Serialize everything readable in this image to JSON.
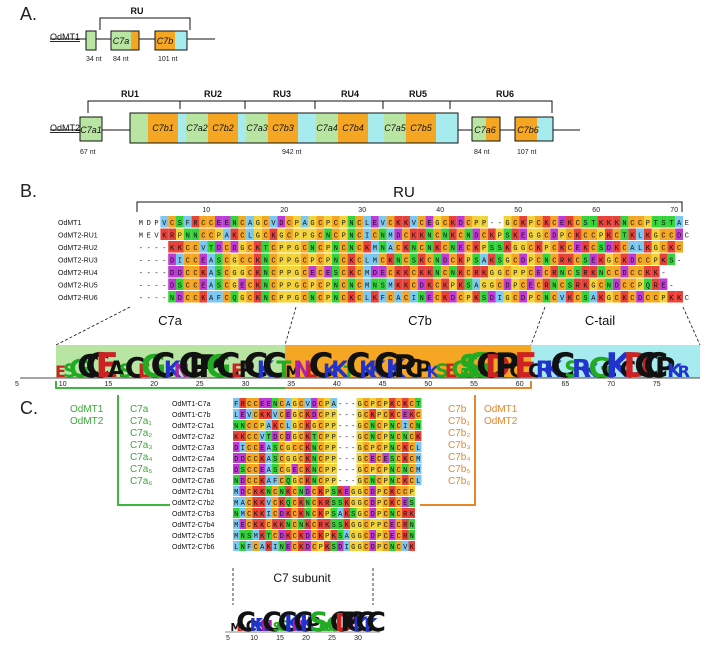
{
  "colors": {
    "green_box": "#b8e6a2",
    "cyan_box": "#a6ecef",
    "orange_box": "#f5a623",
    "green_bracket": "#3db83d",
    "orange_bracket": "#e8862a"
  },
  "panel_a": {
    "label": "A.",
    "gene1": {
      "name": "OdMT1",
      "ru_label": "RU",
      "exon_labels": [
        "C7a",
        "C7b"
      ],
      "nt_labels": [
        "34 nt",
        "84 nt",
        "101 nt"
      ]
    },
    "gene2": {
      "name": "OdMT2",
      "ru_labels": [
        "RU1",
        "RU2",
        "RU3",
        "RU4",
        "RU5",
        "RU6"
      ],
      "exon_labels": [
        "C7a1",
        "C7b1",
        "C7a2",
        "C7b2",
        "C7a3",
        "C7b3",
        "C7a4",
        "C7b4",
        "C7a5",
        "C7b5",
        "C7a6",
        "C7b6"
      ],
      "nt_labels": [
        "67 nt",
        "942 nt",
        "84 nt",
        "107 nt"
      ]
    }
  },
  "panel_b": {
    "label": "B.",
    "ru_label": "RU",
    "ruler_ticks": [
      "10",
      "20",
      "30",
      "40",
      "50",
      "60",
      "70"
    ],
    "seq_names": [
      "OdMT1",
      "OdMT2-RU1",
      "OdMT2-RU2",
      "OdMT2-RU3",
      "OdMT2-RU4",
      "OdMT2-RU5",
      "OdMT2-RU6"
    ],
    "sequences": [
      "MDPVCSFRCCEENCAGCVDCPAGCPCPNCLEVCKKVCEGCKDCPP--GCKPCKCEKCSTKKKNCCPTSTAE",
      "MEVKRPNNCCPAKCLGCKGCPPGCNCPNCICNMDCKKNCNKCNDCKPSKEGGCDPCKCCPKCTKLKGCCDC",
      "----KKCCVTDCDGCKTCPPGCNCPNCNCKMNACKNCNKCNECKPSSKGGCKPCKCEKCSDKCALKGCKC",
      "----DICCEASCGCCKNCPPGCPCPNCKCLMCKNCSKCNDCKPSAKSGCDPCNCRKCSEKGCKDCCPKS-",
      "----DDCCKASCGGCKNCPPGCECESCKCMDECKKCKKNCNKCRKGGCPPCECRNCSRKNCCDCCKK-",
      "----DSCCEASCGECKNCPPGCPCPNCNCMNSMKKCDKCKPKSAGGCDPCECRNCSRKGCNDCCPQRE-",
      "----NDCCKAFCQGCKNCPPGCNCPNCKCLKFCACINECKDCPKSDIGCDPCNCVKCSAKGCKCDCCPKKC"
    ],
    "region_labels": [
      "C7a",
      "C7b",
      "C-tail"
    ],
    "logo_axis_ticks": [
      "5",
      "10",
      "15",
      "20",
      "25",
      "30",
      "35",
      "40",
      "45",
      "50",
      "55",
      "60",
      "65",
      "70",
      "75"
    ]
  },
  "panel_c": {
    "label": "C.",
    "left_gene_labels": [
      "OdMT1",
      "OdMT2"
    ],
    "left_exon_labels": [
      "C7a",
      "C7a₁",
      "C7a₂",
      "C7a₃",
      "C7a₄",
      "C7a₅",
      "C7a₆"
    ],
    "right_exon_labels": [
      "C7b",
      "C7b₁",
      "C7b₂",
      "C7b₃",
      "C7b₄",
      "C7b₅",
      "C7b₆"
    ],
    "right_gene_labels": [
      "OdMT1",
      "OdMT2"
    ],
    "seq_names": [
      "OdMT1-C7a",
      "OdMT1-C7b",
      "OdMT2-C7a1",
      "OdMT2-C7a2",
      "OdMT2-C7a3",
      "OdMT2-C7a4",
      "OdMT2-C7a5",
      "OdMT2-C7a6",
      "OdMT2-C7b1",
      "OdMT2-C7b2",
      "OdMT2-C7b3",
      "OdMT2-C7b4",
      "OdMT2-C7b5",
      "OdMT2-C7b6"
    ],
    "sequences": [
      "FRCCEENCAGCVDCPA---GCPCPKCKCT",
      "LEVCKKVCEGCKDCPP---GCKPCKCEKC",
      "NNCCPAKCLGCKGCPP---GCNCPNCICN",
      "KKCCVTDCDGCKTCPP---GCNCPNCNCK",
      "DICCEASCGCCKNCPP---GCPCPNCKCL",
      "DDCCKASCGGCKNCPP---GCECESCKCM",
      "DSCCEASCGECKNCPP---GCPCPNCNCM",
      "NDCCKAFCQGCKNCPP---GCNCPNCKCL",
      "MDCKKNCNKCNDCKPSKEGGCDPCKCCP",
      "MACKKVCKQCKNCKRSSKGGCDPCKCES",
      "NMCKKICDKCKNCKPSAKSGCDPCNCRK",
      "MECKKCKKNCNKCRKSSKGGCPPCECRN",
      "MNSMKTCDKCKDCKPKSAGGCDPCECRN",
      "LNFCAKINECKDCPKSDIGGCDPCNCVK"
    ],
    "subunit_label": "C7 subunit",
    "logo_axis_ticks": [
      "5",
      "10",
      "15",
      "20",
      "25",
      "30"
    ]
  }
}
